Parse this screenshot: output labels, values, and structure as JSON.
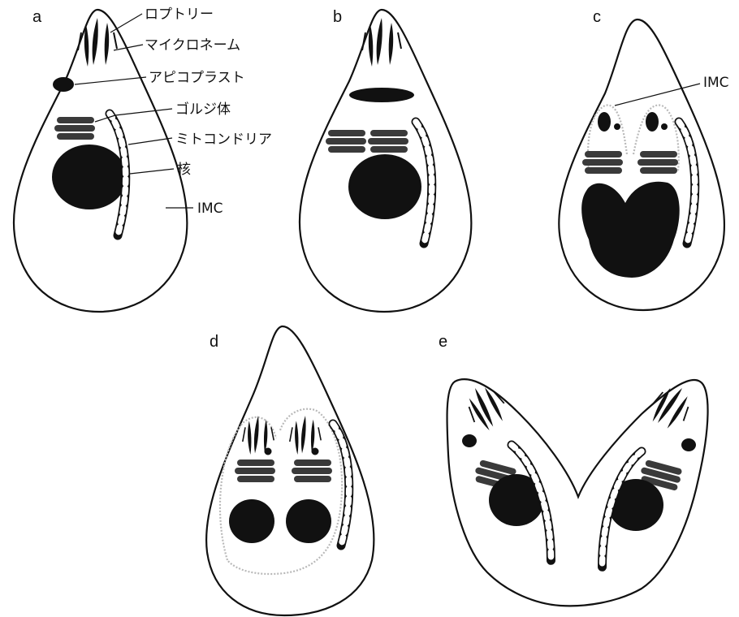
{
  "panels": {
    "a": "a",
    "b": "b",
    "c": "c",
    "d": "d",
    "e": "e"
  },
  "labels": {
    "rhoptry": "ロプトリー",
    "microneme": "マイクロネーム",
    "apicoplast": "アピコプラスト",
    "golgi": "ゴルジ体",
    "mitochondria": "ミトコンドリア",
    "nucleus": "核",
    "imc_a": "IMC",
    "imc_c": "IMC"
  }
}
